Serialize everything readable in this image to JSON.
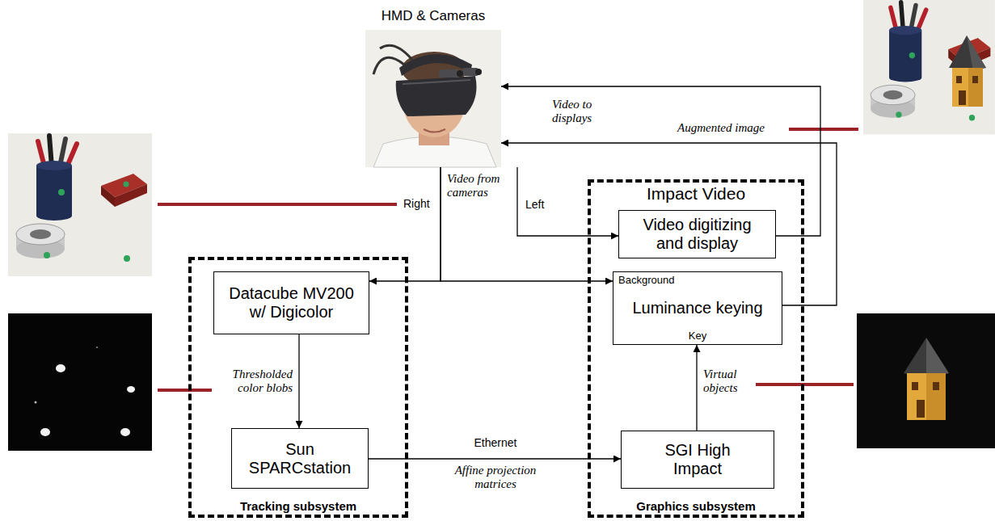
{
  "diagram": {
    "nodes": [
      {
        "text": [
          "HMD & Cameras"
        ]
      },
      {
        "text": [
          "Tracking subsystem"
        ]
      },
      {
        "text": [
          "Datacube MV200 w/ Digicolor"
        ],
        "in": 1
      },
      {
        "text": [
          "Sun SPARCstation"
        ],
        "in": 1
      },
      {
        "text": [
          "Impact Video",
          "Graphics subsystem"
        ]
      },
      {
        "text": [
          "Video digitizing and display"
        ],
        "in": 4
      },
      {
        "text": [
          "Background",
          "Luminance keying",
          "Key"
        ],
        "in": 4
      },
      {
        "text": [
          "SGI High Impact"
        ],
        "in": 4
      }
    ],
    "edges": [
      {
        "from": 0,
        "to": 2,
        "arrow": "to",
        "label": "Video from cameras"
      },
      {
        "from": 0,
        "to": 6,
        "arrow": "to"
      },
      {
        "from": 0,
        "to": 5,
        "arrow": "to",
        "label": "Left"
      },
      {
        "from": 5,
        "to": 0,
        "arrow": "to",
        "label": "Video to displays"
      },
      {
        "from": 6,
        "to": 0,
        "arrow": "to",
        "label": "Augmented image"
      },
      {
        "from": 2,
        "to": 3,
        "arrow": "to",
        "label": "Thresholded color blobs"
      },
      {
        "from": 3,
        "to": 7,
        "arrow": "to",
        "label": "Affine projection matrices"
      },
      {
        "from": 7,
        "to": 6,
        "arrow": "to",
        "label": "Virtual objects"
      }
    ],
    "labels": [
      "Right",
      "Ethernet"
    ]
  }
}
